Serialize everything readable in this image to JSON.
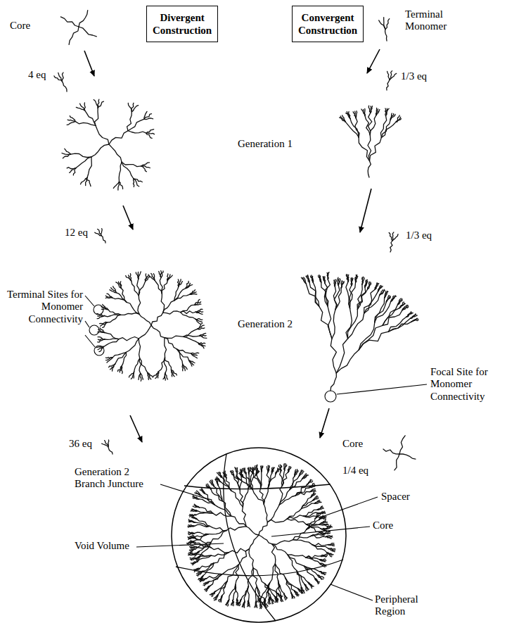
{
  "diagram": {
    "nodes": [
      {
        "text": [
          "Divergent Construction"
        ]
      },
      {
        "text": [
          "Convergent Construction"
        ]
      }
    ],
    "labels": [
      "Core",
      "4 eq",
      "Terminal Monomer",
      "1/3 eq",
      "Generation 1",
      "1/3 eq",
      "12 eq",
      "Generation 2",
      "Terminal Sites for Monomer Connectivity",
      "Focal Site for Monomer Connectivity",
      "36 eq",
      "Core",
      "1/4 eq",
      "Generation 2 Branch Juncture",
      "Spacer",
      "Core",
      "Void Volume",
      "Peripheral Region"
    ]
  }
}
